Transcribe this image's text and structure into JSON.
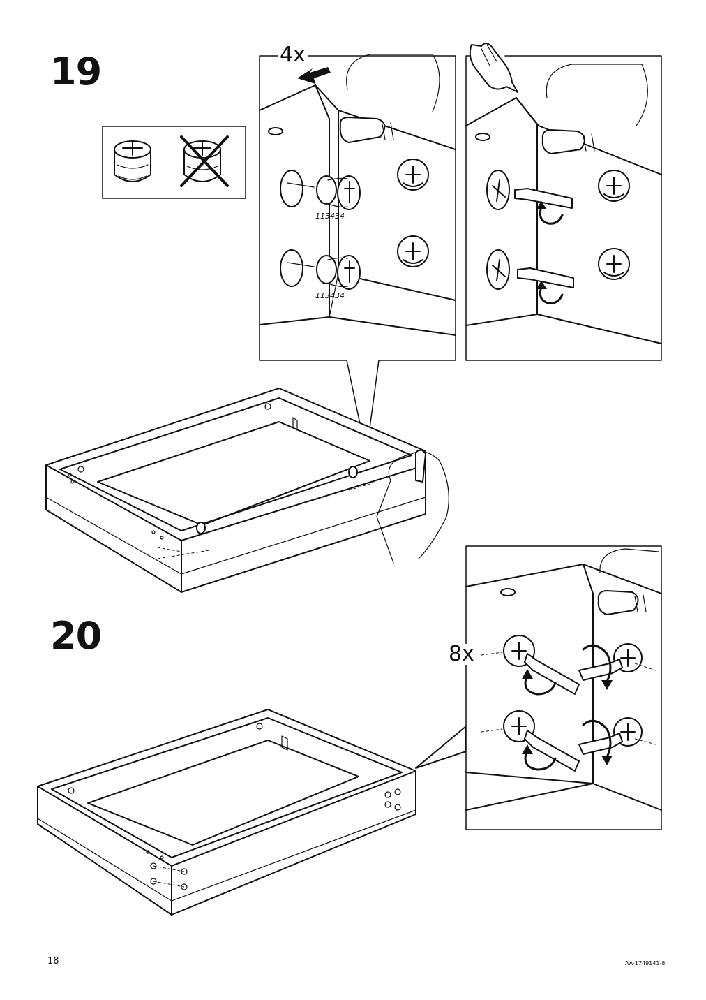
{
  "steps": [
    {
      "number": "19"
    },
    {
      "number": "20"
    }
  ],
  "step19": {
    "quantity": "4x",
    "part_code_1": "113434",
    "part_code_2": "113434",
    "icons": [
      "cam-lock-correct-icon",
      "cam-lock-wrong-icon",
      "press-hand-icon",
      "screwdriver-icon"
    ]
  },
  "step20": {
    "quantity": "8x",
    "icons": [
      "screwdriver-icon",
      "rotate-arrow-icon"
    ]
  },
  "footer": {
    "page_number": "18",
    "doc_code": "AA-1749141-8"
  }
}
